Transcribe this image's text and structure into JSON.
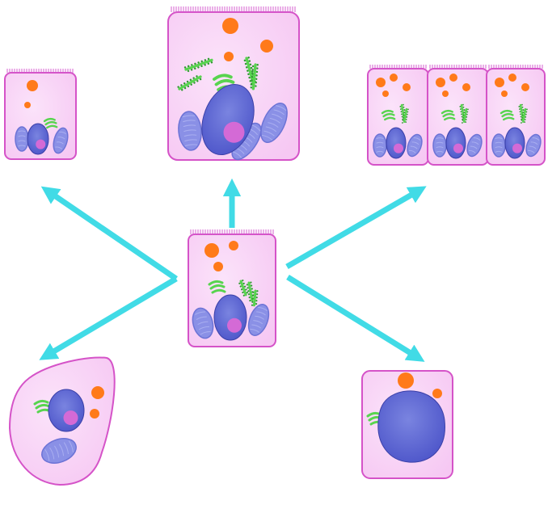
{
  "diagram": {
    "background": "#ffffff",
    "colors": {
      "cell_fill": "#f6c8f3",
      "cell_fill_light": "#fbe3fa",
      "cell_stroke": "#d553c8",
      "cilia": "#d45fcf",
      "nucleus": "#4a52c8",
      "nucleus_light": "#7a84e0",
      "nucleolus": "#d46ad6",
      "granule": "#ff7a1a",
      "golgi": "#58d44f",
      "er_dots": "#2f9a2f",
      "mitochondria": "#8a90e6",
      "mitochondria_stroke": "#6c73d6",
      "arrow": "#41dbe6"
    },
    "cells": [
      {
        "id": "normal-cell",
        "role": "center"
      },
      {
        "id": "atrophy-cell",
        "role": "top-left"
      },
      {
        "id": "hypertrophy-cell",
        "role": "top-center"
      },
      {
        "id": "hyperplasia-cells",
        "role": "top-right",
        "count": 3
      },
      {
        "id": "metaplasia-cell",
        "role": "bottom-left"
      },
      {
        "id": "dysplasia-cell",
        "role": "bottom-right"
      }
    ],
    "arrows": [
      {
        "from": "normal-cell",
        "to": "atrophy-cell"
      },
      {
        "from": "normal-cell",
        "to": "hypertrophy-cell"
      },
      {
        "from": "normal-cell",
        "to": "hyperplasia-cells"
      },
      {
        "from": "normal-cell",
        "to": "metaplasia-cell"
      },
      {
        "from": "normal-cell",
        "to": "dysplasia-cell"
      }
    ]
  }
}
